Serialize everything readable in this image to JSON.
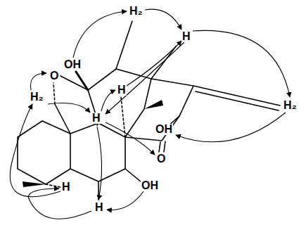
{
  "diagram": {
    "labels": [
      "H₂",
      "H",
      "OH",
      "O",
      "H",
      "H₂",
      "H₂",
      "H",
      "OH",
      "O",
      "OH",
      "H",
      "H"
    ]
  }
}
